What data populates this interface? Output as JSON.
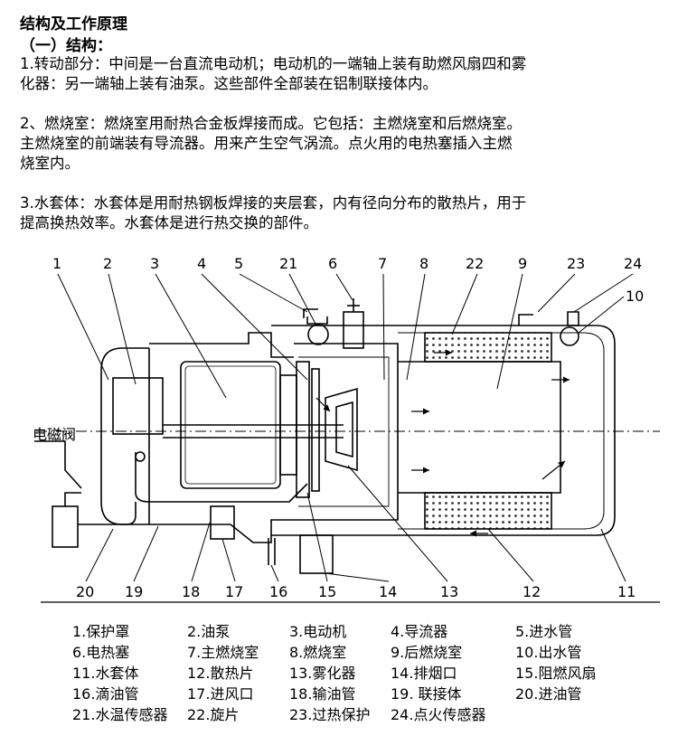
{
  "header": {
    "title": "结构及工作原理",
    "subtitle": "（一）结构："
  },
  "paragraphs": [
    "1.转动部分：中间是一台直流电动机；电动机的一端轴上装有助燃风扇四和雾\n化器：另一端轴上装有油泵。这些部件全部装在铝制联接体内。",
    "2、燃烧室：燃烧室用耐热合金板焊接而成。它包括：主燃烧室和后燃烧室。\n主燃烧室的前端装有导流器。用来产生空气涡流。点火用的电热塞插入主燃\n烧室内。",
    "3.水套体：水套体是用耐热钢板焊接的夹层套，内有径向分布的散热片，用于\n提高换热效率。水套体是进行热交换的部件。"
  ],
  "diagram": {
    "side_label": "电磁阀",
    "top_callouts": [
      "1",
      "2",
      "3",
      "4",
      "5",
      "21",
      "6",
      "7",
      "8",
      "22",
      "9",
      "23",
      "24",
      "10"
    ],
    "bottom_callouts": [
      "20",
      "19",
      "18",
      "17",
      "16",
      "15",
      "14",
      "13",
      "12",
      "11"
    ]
  },
  "legend": [
    "1.保护罩",
    "2.油泵",
    "3.电动机",
    "4.导流器",
    "5.进水管",
    "6.电热塞",
    "7.主燃烧室",
    "8.燃烧室",
    "9.后燃烧室",
    "10.出水管",
    "11.水套体",
    "12.散热片",
    "13.雾化器",
    "14.排烟口",
    "15.阻燃风扇",
    "16.滴油管",
    "17.进风口",
    "18.输油管",
    "19. 联接体",
    "20.进油管",
    "21.水温传感器",
    "22.旋片",
    "23.过热保护",
    "24.点火传感器"
  ]
}
